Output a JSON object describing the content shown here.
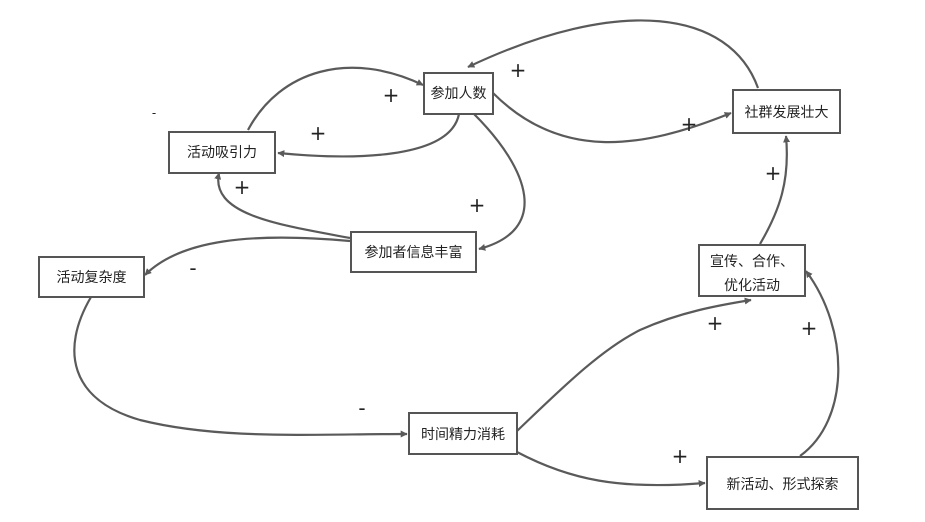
{
  "nodes": {
    "participants": "参加人数",
    "community_growth": "社群发展壮大",
    "attractiveness": "活动吸引力",
    "info_rich": "参加者信息丰富",
    "complexity": "活动复杂度",
    "promotion_line1": "宣传、合作、",
    "promotion_line2": "优化活动",
    "time_energy": "时间精力消耗",
    "new_activity": "新活动、形式探索"
  },
  "signs": {
    "s1": "+",
    "s2": "+",
    "s3": "+",
    "s4": "+",
    "s5": "+",
    "s6": "+",
    "s7": "-",
    "s8": "+",
    "s9": "-",
    "s10": "+",
    "s11": "+",
    "s12": "+",
    "stray": "-"
  }
}
